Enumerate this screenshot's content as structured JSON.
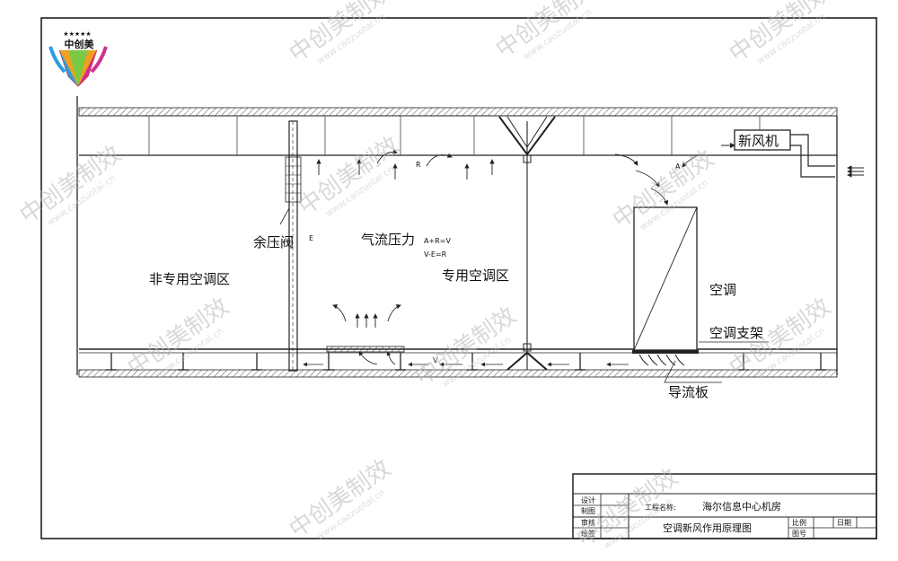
{
  "logo": {
    "text": "中创美",
    "stars": "★★★★★"
  },
  "watermark": {
    "mark": "中创美制效",
    "url": "www.caozuotal.cn"
  },
  "labels": {
    "relief_valve": "余压阀",
    "air_pressure": "气流压力",
    "non_dedicated_zone": "非专用空调区",
    "dedicated_zone": "专用空调区",
    "air_conditioner": "空调",
    "fresh_air_unit": "新风机",
    "ac_bracket": "空调支架",
    "deflector": "导流板",
    "letter_e": "E",
    "letter_r": "R",
    "letter_a": "A",
    "letter_v": "V",
    "formula_1": "A+R=V",
    "formula_2": "V-E=R"
  },
  "title_block": {
    "design": "设计",
    "drafting": "制图",
    "review": "审核",
    "drawing": "绘签",
    "project_name_label": "工程名称:",
    "project_name": "海尔信息中心机房",
    "drawing_title": "空调新风作用原理图",
    "scale": "比例",
    "date": "日期",
    "drawing_no": "图号"
  }
}
